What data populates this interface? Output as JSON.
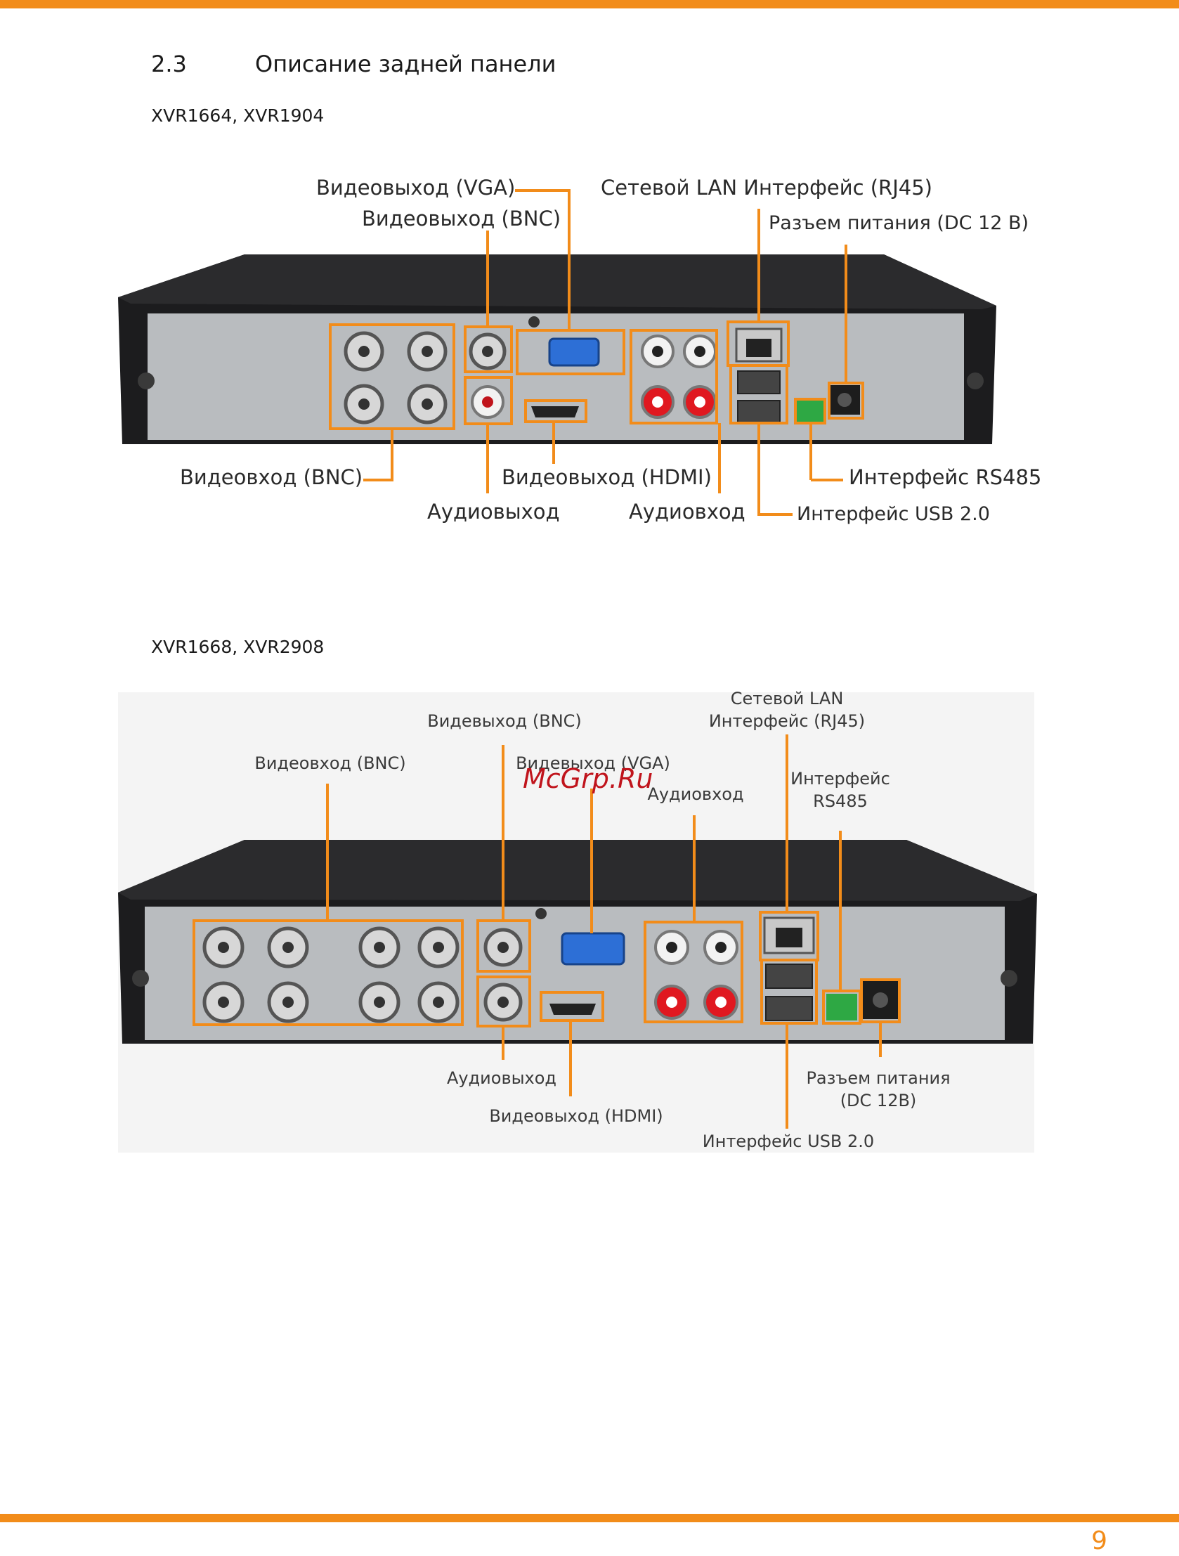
{
  "section": {
    "number": "2.3",
    "title": "Описание задней панели"
  },
  "figure1": {
    "model": "XVR1664, XVR1904",
    "labels": {
      "vga": "Видеовыход (VGA)",
      "bnc_out": "Видеовыход (BNC)",
      "lan": "Сетевой LAN Интерфейс (RJ45)",
      "power": "Разъем питания (DC  12 В)",
      "bnc_in": "Видеовход (BNC)",
      "hdmi": "Видеовыход (HDMI)",
      "rs485": "Интерфейс RS485",
      "audio_out": "Аудиовыход",
      "audio_in": "Аудиовход",
      "usb": "Интерфейс USB 2.0"
    }
  },
  "figure2": {
    "model": "XVR1668, XVR2908",
    "labels": {
      "lan_line1": "Сетевой LAN",
      "lan_line2": "Интерфейс (RJ45)",
      "bnc_out": "Видевыход (BNC)",
      "bnc_in": "Видеовход (BNC)",
      "vga": "Видевыход (VGA)",
      "audio_in": "Аудиовход",
      "rs485_line1": "Интерфейс",
      "rs485_line2": "RS485",
      "audio_out": "Аудиовыход",
      "hdmi": "Видеовыход (HDMI)",
      "power_line1": "Разъем питания",
      "power_line2": "(DC 12В)",
      "usb": "Интерфейс USB 2.0"
    }
  },
  "watermark": "McGrp.Ru",
  "page_number": "9",
  "colors": {
    "accent": "#f28c1a",
    "chassis": "#1c1c1e",
    "panel": "#b9bcbf",
    "watermark": "#c0141c"
  }
}
